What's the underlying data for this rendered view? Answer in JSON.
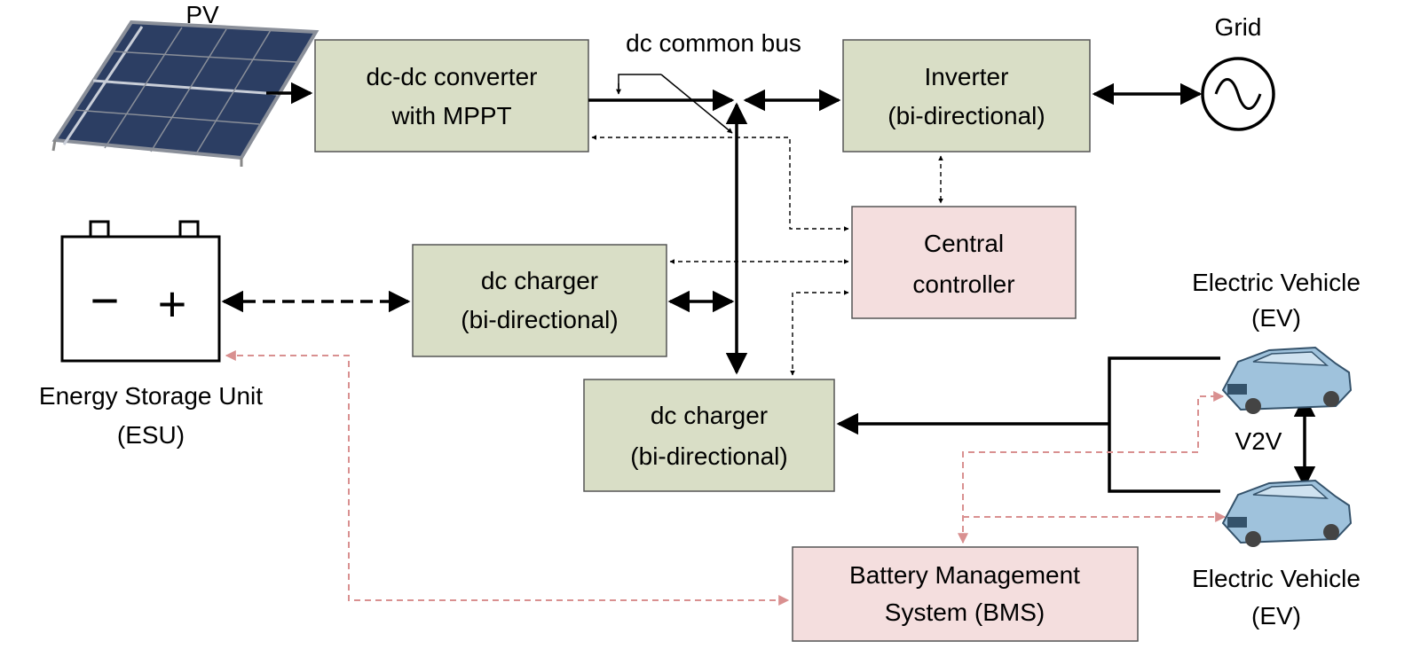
{
  "labels": {
    "pv": "PV",
    "grid": "Grid",
    "bus": "dc common bus",
    "esu_line1": "Energy Storage  Unit",
    "esu_line2": "(ESU)",
    "ev_top_line1": "Electric Vehicle",
    "ev_top_line2": "(EV)",
    "ev_bottom_line1": "Electric Vehicle",
    "ev_bottom_line2": "(EV)",
    "v2v": "V2V",
    "battery_minus": "−",
    "battery_plus": "+"
  },
  "blocks": {
    "dcdc": {
      "line1": "dc-dc converter",
      "line2": "with MPPT"
    },
    "inverter": {
      "line1": "Inverter",
      "line2": "(bi-directional)"
    },
    "controller": {
      "line1": "Central",
      "line2": "controller"
    },
    "charger1": {
      "line1": "dc charger",
      "line2": "(bi-directional)"
    },
    "charger2": {
      "line1": "dc charger",
      "line2": "(bi-directional)"
    },
    "bms": {
      "line1": "Battery Management",
      "line2": "System (BMS)"
    }
  },
  "colors": {
    "block_green": "#d9dec6",
    "block_pink": "#f4dede",
    "bms_link": "#d99090",
    "car_body": "#9fc2dc"
  }
}
